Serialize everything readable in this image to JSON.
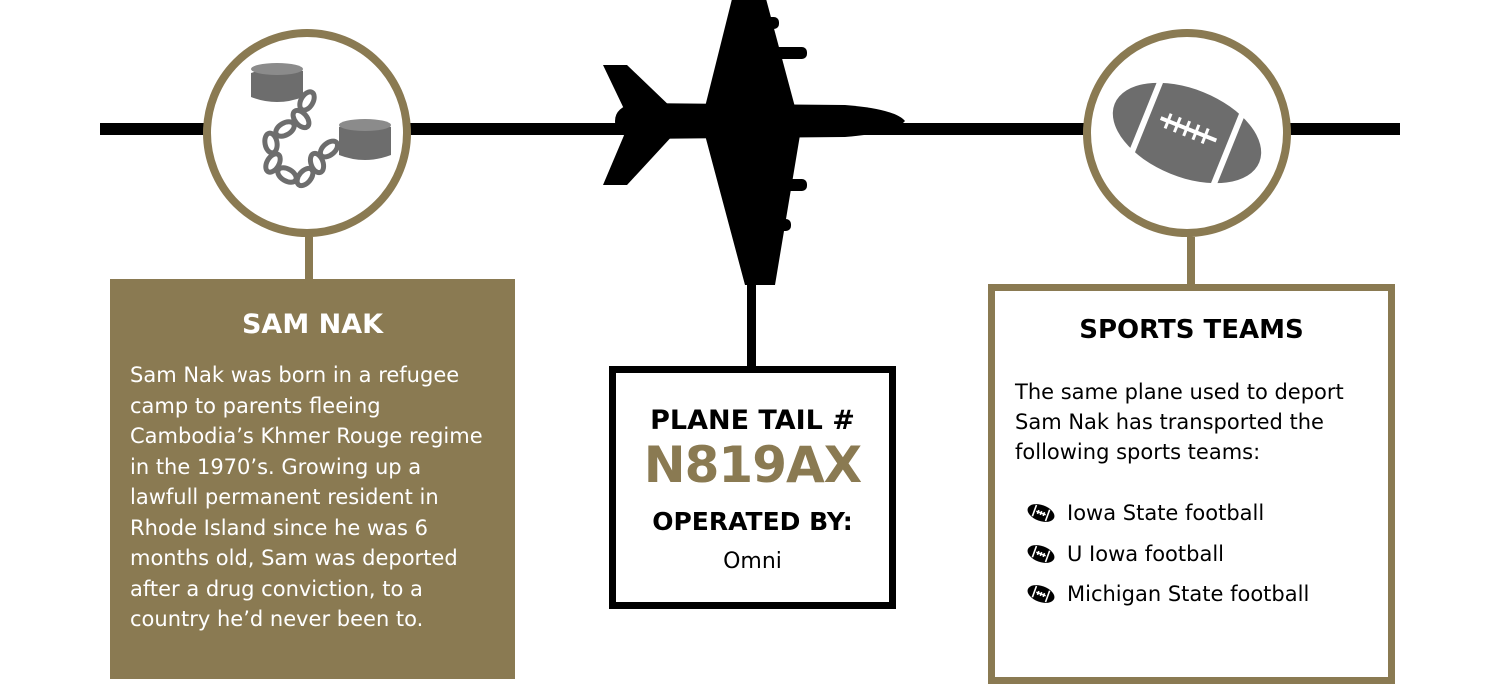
{
  "left_card": {
    "title": "SAM NAK",
    "body": "Sam Nak was born in a refugee camp to parents fleeing Cambodia’s Khmer Rouge regime in the 1970’s. Growing up a lawfull permanent resident in Rhode Island since he was 6 months old, Sam was deported after a drug conviction, to a country he’d never been to.",
    "icon": "shackles-icon"
  },
  "center_card": {
    "tail_label": "PLANE TAIL #",
    "tail_number": "N819AX",
    "operator_label": "OPERATED BY:",
    "operator_value": "Omni",
    "icon": "airplane-icon"
  },
  "right_card": {
    "title": "SPORTS TEAMS",
    "body": "The same plane used to deport Sam Nak has transported the following sports teams:",
    "icon": "football-icon",
    "teams": [
      "Iowa State football",
      "U Iowa football",
      "Michigan State football"
    ]
  },
  "colors": {
    "gold": "#8a7a52",
    "icon_gray": "#6d6d6d",
    "line": "#000000"
  }
}
